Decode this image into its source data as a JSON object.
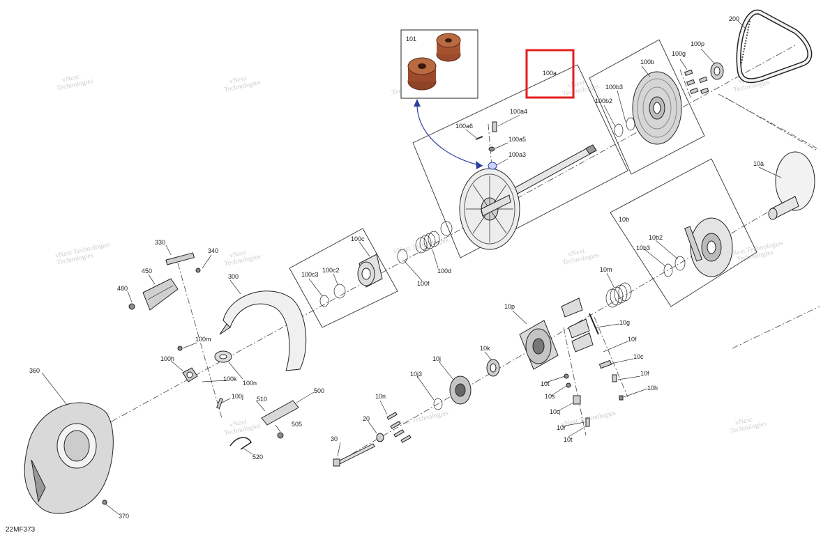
{
  "diagram_code": "22MF373",
  "watermark": {
    "line1": "vNext",
    "line2": "Technologies",
    "combined": "vNext Technologies"
  },
  "highlight_color": "#e41e1e",
  "arrow_color": "#2b3ea0",
  "inset": {
    "label": "101",
    "image": "two brown rubber bushings"
  },
  "labels": {
    "l200": "200",
    "l100p": "100p",
    "l100g": "100g",
    "l100b": "100b",
    "l100b3": "100b3",
    "l100b2": "100b2",
    "l100a": "100a",
    "l100a4": "100a4",
    "l100a6": "100a6",
    "l100a5": "100a5",
    "l100a3": "100a3",
    "l10a": "10a",
    "l10b": "10b",
    "l10b2": "10b2",
    "l10b3": "10b3",
    "l10m": "10m",
    "l100c": "100c",
    "l100c2": "100c2",
    "l100c3": "100c3",
    "l100d": "100d",
    "l100f": "100f",
    "l330": "330",
    "l340": "340",
    "l450": "450",
    "l480": "480",
    "l300": "300",
    "l100m": "100m",
    "l100h": "100h",
    "l100k": "100k",
    "l100n": "100n",
    "l100j": "100j",
    "l360": "360",
    "l370": "370",
    "l510": "510",
    "l500": "500",
    "l505": "505",
    "l520": "520",
    "l10p": "10p",
    "l10g": "10g",
    "l10f": "10f",
    "l10c": "10c",
    "l10f2": "10f",
    "l10h": "10h",
    "l10k": "10k",
    "l10j": "10j",
    "l10j3": "10j3",
    "l10n": "10n",
    "l20": "20",
    "l30": "30",
    "l10t": "10t",
    "l10s": "10s",
    "l10q": "10q",
    "l10r": "10r",
    "l10t2": "10t"
  }
}
